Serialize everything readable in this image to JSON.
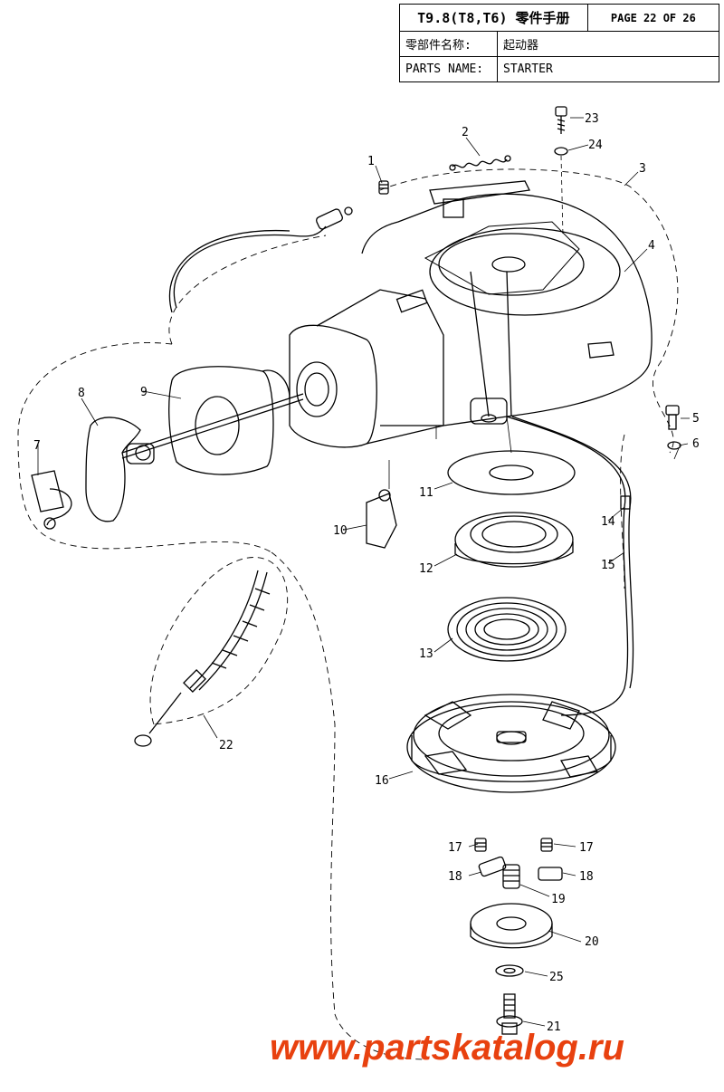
{
  "header": {
    "model": "T9.8(T8,T6) 零件手册",
    "page": "PAGE 22 OF 26",
    "parts_name_cn_label": "零部件名称:",
    "parts_name_cn_value": "起动器",
    "parts_name_en_label": "PARTS NAME:",
    "parts_name_en_value": "STARTER"
  },
  "callouts": {
    "c1": "1",
    "c2": "2",
    "c3": "3",
    "c4": "4",
    "c5": "5",
    "c6": "6",
    "c7": "7",
    "c8": "8",
    "c9": "9",
    "c10": "10",
    "c11": "11",
    "c12": "12",
    "c13": "13",
    "c14": "14",
    "c15": "15",
    "c16": "16",
    "c17a": "17",
    "c17b": "17",
    "c18a": "18",
    "c18b": "18",
    "c19": "19",
    "c20": "20",
    "c21": "21",
    "c22": "22",
    "c23": "23",
    "c24": "24",
    "c25": "25"
  },
  "watermark": "www.partskatalog.ru"
}
